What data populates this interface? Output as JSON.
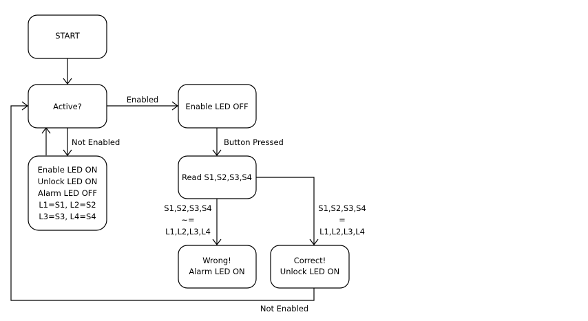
{
  "nodes": {
    "start": [
      "START"
    ],
    "active": [
      "Active?"
    ],
    "init": [
      "Enable LED ON",
      "Unlock LED ON",
      "Alarm LED OFF",
      "L1=S1, L2=S2",
      "L3=S3, L4=S4"
    ],
    "enable_off": [
      "Enable LED OFF"
    ],
    "read": [
      "Read S1,S2,S3,S4"
    ],
    "wrong": [
      "Wrong!",
      "Alarm LED ON"
    ],
    "correct": [
      "Correct!",
      "Unlock LED ON"
    ]
  },
  "edges": {
    "enabled": "Enabled",
    "not_enabled": "Not Enabled",
    "button_pressed": "Button Pressed",
    "mismatch": [
      "S1,S2,S3,S4",
      "~=",
      "L1,L2,L3,L4"
    ],
    "match": [
      "S1,S2,S3,S4",
      "=",
      "L1,L2,L3,L4"
    ],
    "not_enabled_bottom": "Not Enabled"
  }
}
